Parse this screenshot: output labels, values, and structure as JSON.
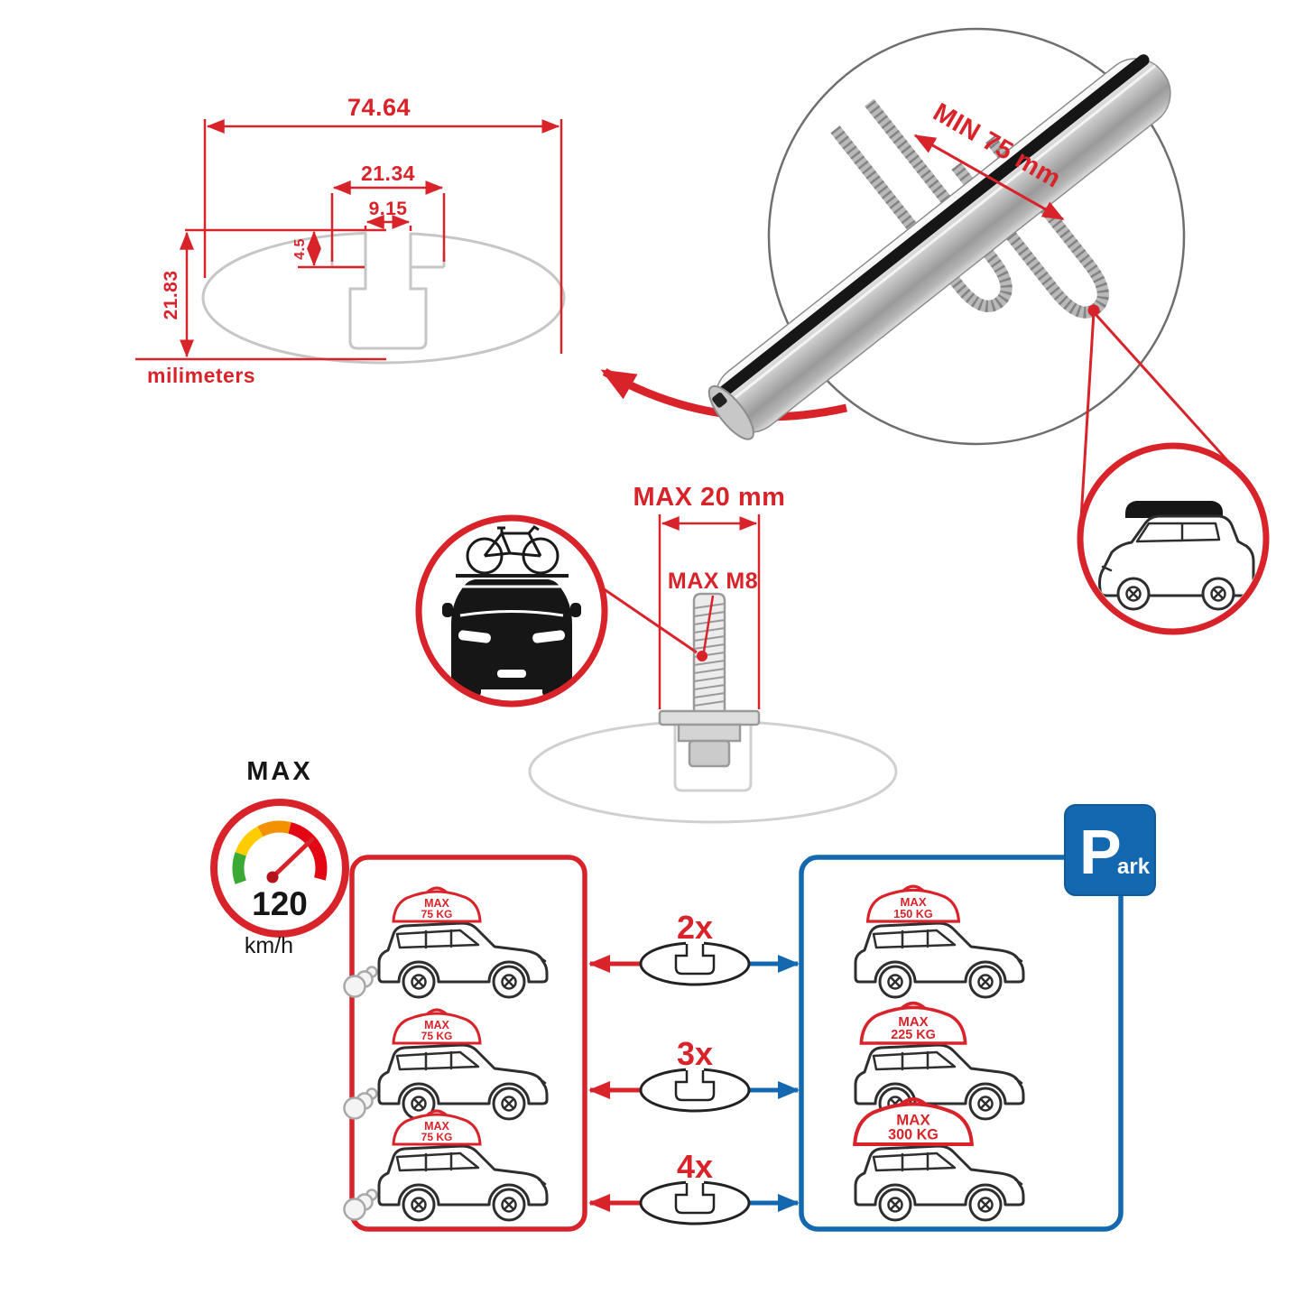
{
  "dimensions": {
    "total_width": "74.64",
    "slot_outer_width": "21.34",
    "slot_opening_width": "9.15",
    "lip_height": "4.5",
    "total_height": "21.83",
    "units_label": "milimeters"
  },
  "bar_callout": {
    "min_span_label": "MIN 75 mm"
  },
  "bolt_callout": {
    "max_width_label": "MAX 20 mm",
    "max_thread_label": "MAX M8"
  },
  "speed_limit": {
    "label": "MAX",
    "value": "120",
    "units": "km/h"
  },
  "parking_sign": {
    "letter": "P",
    "suffix": "ark"
  },
  "load_table": {
    "rows": [
      {
        "multiplier": "2x",
        "driving": {
          "max": "MAX",
          "load": "75 KG"
        },
        "parked": {
          "max": "MAX",
          "load": "150 KG"
        }
      },
      {
        "multiplier": "3x",
        "driving": {
          "max": "MAX",
          "load": "75 KG"
        },
        "parked": {
          "max": "MAX",
          "load": "225 KG"
        }
      },
      {
        "multiplier": "4x",
        "driving": {
          "max": "MAX",
          "load": "75 KG"
        },
        "parked": {
          "max": "MAX",
          "load": "300 KG"
        }
      }
    ]
  },
  "colors": {
    "accent_red": "#d8232a",
    "parking_blue": "#1468b0",
    "profile_gray": "#c6c6c6",
    "metal_silver": "#bfbfbf"
  }
}
